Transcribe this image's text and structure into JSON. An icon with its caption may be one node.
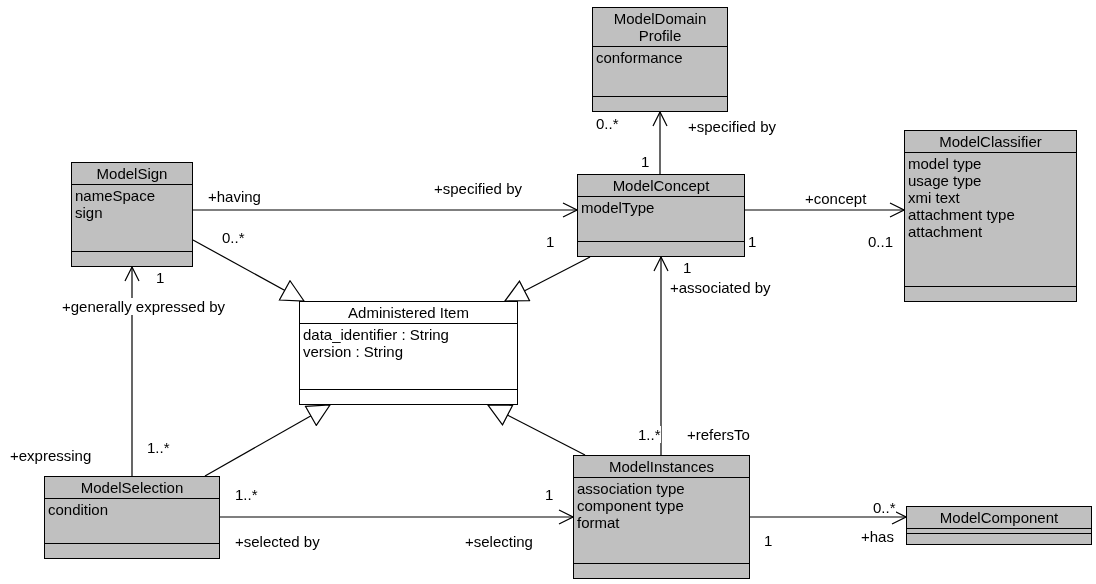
{
  "diagram": {
    "nodes": [
      {
        "text": [
          "ModelDomain Profile",
          "conformance"
        ]
      },
      {
        "text": [
          "ModelSign",
          "nameSpace",
          "sign"
        ]
      },
      {
        "text": [
          "ModelConcept",
          "modelType"
        ]
      },
      {
        "text": [
          "ModelClassifier",
          "model type",
          "usage type",
          "xmi text",
          "attachment type",
          "attachment"
        ]
      },
      {
        "text": [
          "Administered Item",
          "data_identifier : String",
          "version : String"
        ]
      },
      {
        "text": [
          "ModelSelection",
          "condition"
        ]
      },
      {
        "text": [
          "ModelInstances",
          "association type",
          "component type",
          "format"
        ]
      },
      {
        "text": [
          "ModelComponent"
        ]
      }
    ],
    "edges": [
      {
        "from": 2,
        "to": 0,
        "arrow": "to"
      },
      {
        "from": 1,
        "to": 2,
        "arrow": "to"
      },
      {
        "from": 2,
        "to": 3,
        "arrow": "to"
      },
      {
        "from": 1,
        "to": 4,
        "arrow": "to"
      },
      {
        "from": 2,
        "to": 4,
        "arrow": "to"
      },
      {
        "from": 5,
        "to": 1,
        "arrow": "to"
      },
      {
        "from": 5,
        "to": 4,
        "arrow": "to"
      },
      {
        "from": 6,
        "to": 4,
        "arrow": "to"
      },
      {
        "from": 6,
        "to": 2,
        "arrow": "to"
      },
      {
        "from": 5,
        "to": 6,
        "arrow": "to"
      },
      {
        "from": 6,
        "to": 7,
        "arrow": "to"
      }
    ],
    "labels": [
      "0..*",
      "+specified by",
      "1",
      "+having",
      "+specified by",
      "+concept",
      "0..*",
      "1",
      "1",
      "0..1",
      "1",
      "1",
      "+associated by",
      "+generally expressed by",
      "1..*",
      "+refersTo",
      "+expressing",
      "1..*",
      "1..*",
      "1",
      "0..*",
      "+selected by",
      "+selecting",
      "1",
      "+has"
    ]
  }
}
